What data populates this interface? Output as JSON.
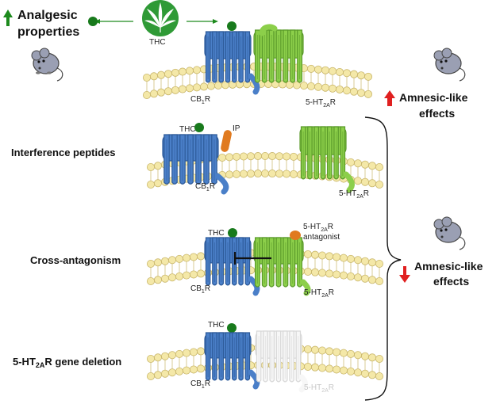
{
  "header": {
    "analgesic_line1": "Analgesic",
    "analgesic_line2": "properties",
    "thc_top": "THC"
  },
  "receptors": {
    "cb1_main": "CB",
    "cb1_sub": "1",
    "cb1_tail": "R",
    "ht2a_main": "5-HT",
    "ht2a_sub": "2A",
    "ht2a_tail": "R"
  },
  "outcomes": {
    "amnesic_up_line1": "Amnesic-like",
    "amnesic_up_line2": "effects",
    "amnesic_down_line1": "Amnesic-like",
    "amnesic_down_line2": "effects"
  },
  "panels": {
    "interference": {
      "label": "Interference peptides",
      "thc": "THC",
      "ip": "IP"
    },
    "cross": {
      "label": "Cross-antagonism",
      "thc": "THC",
      "antagonist_tail": "R",
      "antagonist_word": "antagonist"
    },
    "deletion": {
      "label_main": "5-HT",
      "label_sub": "2A",
      "label_tail": "R gene deletion",
      "thc": "THC"
    }
  },
  "colors": {
    "cb1": "#4a7fc8",
    "ht2a": "#8ccf4a",
    "thc": "#187a1c",
    "ip": "#e07a1f",
    "arrow_up": "#e02020",
    "arrow_down": "#e02020",
    "arrow_green": "#1d8a1d",
    "membrane": "#f2e6a6",
    "deleted": "#d8d8d8"
  },
  "icons": [
    "cannabis-leaf-icon",
    "mouse-icon",
    "up-arrow-icon",
    "down-arrow-icon",
    "brace-icon"
  ]
}
